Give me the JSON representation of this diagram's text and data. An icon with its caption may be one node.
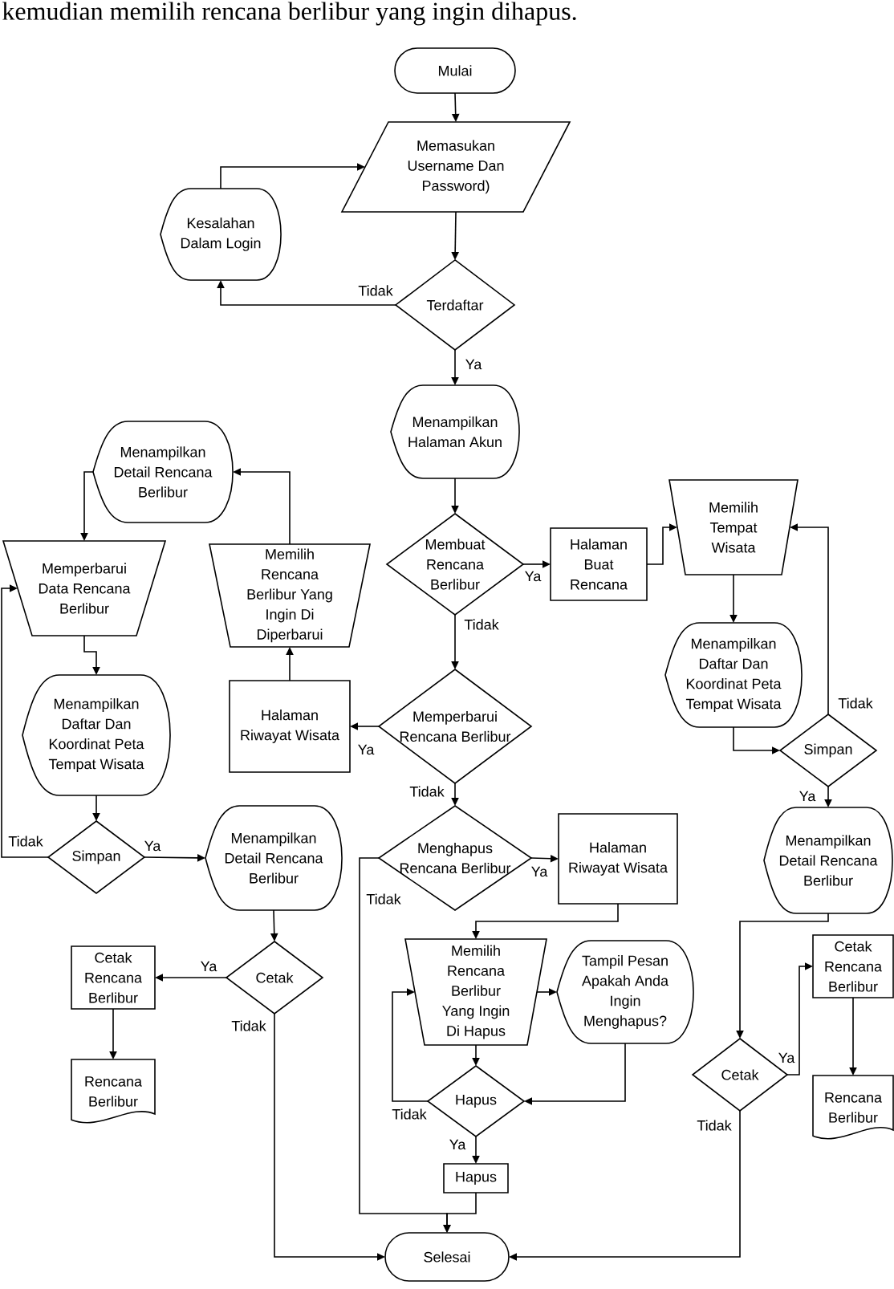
{
  "diagram": {
    "nodes": [
      {
        "text": [
          "Mulai"
        ]
      },
      {
        "text": [
          "Memasukan Username Dan Password)"
        ]
      },
      {
        "text": [
          "Kesalahan Dalam Login"
        ]
      },
      {
        "text": [
          "Terdaftar"
        ]
      },
      {
        "text": [
          "Menampilkan Halaman Akun"
        ]
      },
      {
        "text": [
          "Menampilkan Detail Rencana Berlibur"
        ]
      },
      {
        "text": [
          "Memperbarui Data Rencana Berlibur"
        ]
      },
      {
        "text": [
          "Memilih Rencana Berlibur Yang Ingin Di Diperbarui"
        ]
      },
      {
        "text": [
          "Membuat Rencana Berlibur"
        ]
      },
      {
        "text": [
          "Halaman Buat Rencana"
        ]
      },
      {
        "text": [
          "Memilih Tempat Wisata"
        ]
      },
      {
        "text": [
          "Menampilkan Daftar Dan Koordinat Peta Tempat Wisata"
        ]
      },
      {
        "text": [
          "Halaman Riwayat Wisata"
        ]
      },
      {
        "text": [
          "Memperbarui Rencana Berlibur"
        ]
      },
      {
        "text": [
          "Menampilkan Daftar Dan Koordinat Peta Tempat Wisata"
        ]
      },
      {
        "text": [
          "Simpan"
        ]
      },
      {
        "text": [
          "Simpan"
        ]
      },
      {
        "text": [
          "Menampilkan Detail Rencana Berlibur"
        ]
      },
      {
        "text": [
          "Menghapus Rencana Berlibur"
        ]
      },
      {
        "text": [
          "Halaman Riwayat Wisata"
        ]
      },
      {
        "text": [
          "Menampilkan Detail Rencana Berlibur"
        ]
      },
      {
        "text": [
          "Cetak"
        ]
      },
      {
        "text": [
          "Cetak Rencana Berlibur"
        ]
      },
      {
        "text": [
          "Memilih Rencana Berlibur Yang Ingin Di Hapus"
        ]
      },
      {
        "text": [
          "Tampil Pesan Apakah Anda Ingin Menghapus?"
        ]
      },
      {
        "text": [
          "Rencana Berlibur"
        ]
      },
      {
        "text": [
          "Cetak Rencana Berlibur"
        ]
      },
      {
        "text": [
          "Cetak"
        ]
      },
      {
        "text": [
          "Rencana Berlibur"
        ]
      },
      {
        "text": [
          "Hapus"
        ]
      },
      {
        "text": [
          "Hapus"
        ]
      },
      {
        "text": [
          "Selesai"
        ]
      }
    ],
    "edges": [
      {
        "from": 0,
        "to": 1,
        "arrow": "to"
      },
      {
        "from": 1,
        "to": 3,
        "arrow": "to"
      },
      {
        "from": 3,
        "to": 2,
        "arrow": "to",
        "label": "Tidak"
      },
      {
        "from": 2,
        "to": 1,
        "arrow": "to"
      },
      {
        "from": 3,
        "to": 4,
        "arrow": "to",
        "label": "Ya"
      },
      {
        "from": 4,
        "to": 8,
        "arrow": "to"
      },
      {
        "from": 8,
        "to": 9,
        "arrow": "to",
        "label": "Ya"
      },
      {
        "from": 9,
        "to": 10,
        "arrow": "to"
      },
      {
        "from": 10,
        "to": 11,
        "arrow": "to"
      },
      {
        "from": 11,
        "to": 15,
        "arrow": "to"
      },
      {
        "from": 15,
        "to": 10,
        "arrow": "to",
        "label": "Tidak"
      },
      {
        "from": 15,
        "to": 20,
        "arrow": "to",
        "label": "Ya"
      },
      {
        "from": 20,
        "to": 27,
        "arrow": "to"
      },
      {
        "from": 27,
        "to": 26,
        "arrow": "to",
        "label": "Ya"
      },
      {
        "from": 26,
        "to": 28,
        "arrow": "to"
      },
      {
        "from": 27,
        "to": 31,
        "arrow": "to",
        "label": "Tidak"
      },
      {
        "from": 8,
        "to": 13,
        "arrow": "to",
        "label": "Tidak"
      },
      {
        "from": 13,
        "to": 12,
        "arrow": "to",
        "label": "Ya"
      },
      {
        "from": 12,
        "to": 7,
        "arrow": "to"
      },
      {
        "from": 7,
        "to": 5,
        "arrow": "to"
      },
      {
        "from": 5,
        "to": 6,
        "arrow": "to"
      },
      {
        "from": 6,
        "to": 14,
        "arrow": "to"
      },
      {
        "from": 14,
        "to": 16,
        "arrow": "to"
      },
      {
        "from": 16,
        "to": 6,
        "arrow": "to",
        "label": "Tidak"
      },
      {
        "from": 16,
        "to": 17,
        "arrow": "to",
        "label": "Ya"
      },
      {
        "from": 17,
        "to": 21,
        "arrow": "to"
      },
      {
        "from": 21,
        "to": 22,
        "arrow": "to",
        "label": "Ya"
      },
      {
        "from": 22,
        "to": 25,
        "arrow": "to"
      },
      {
        "from": 21,
        "to": 31,
        "arrow": "to",
        "label": "Tidak"
      },
      {
        "from": 13,
        "to": 18,
        "arrow": "to",
        "label": "Tidak"
      },
      {
        "from": 18,
        "to": 19,
        "arrow": "to",
        "label": "Ya"
      },
      {
        "from": 18,
        "to": 31,
        "arrow": "to",
        "label": "Tidak"
      },
      {
        "from": 19,
        "to": 23,
        "arrow": "to"
      },
      {
        "from": 23,
        "to": 24,
        "arrow": "to"
      },
      {
        "from": 23,
        "to": 29,
        "arrow": "to"
      },
      {
        "from": 24,
        "to": 29,
        "arrow": "to"
      },
      {
        "from": 29,
        "to": 23,
        "arrow": "to",
        "label": "Tidak"
      },
      {
        "from": 29,
        "to": 30,
        "arrow": "to",
        "label": "Ya"
      },
      {
        "from": 30,
        "to": 31,
        "arrow": "to"
      }
    ],
    "labels": [
      "kemudian memilih rencana berlibur yang ingin dihapus."
    ]
  }
}
